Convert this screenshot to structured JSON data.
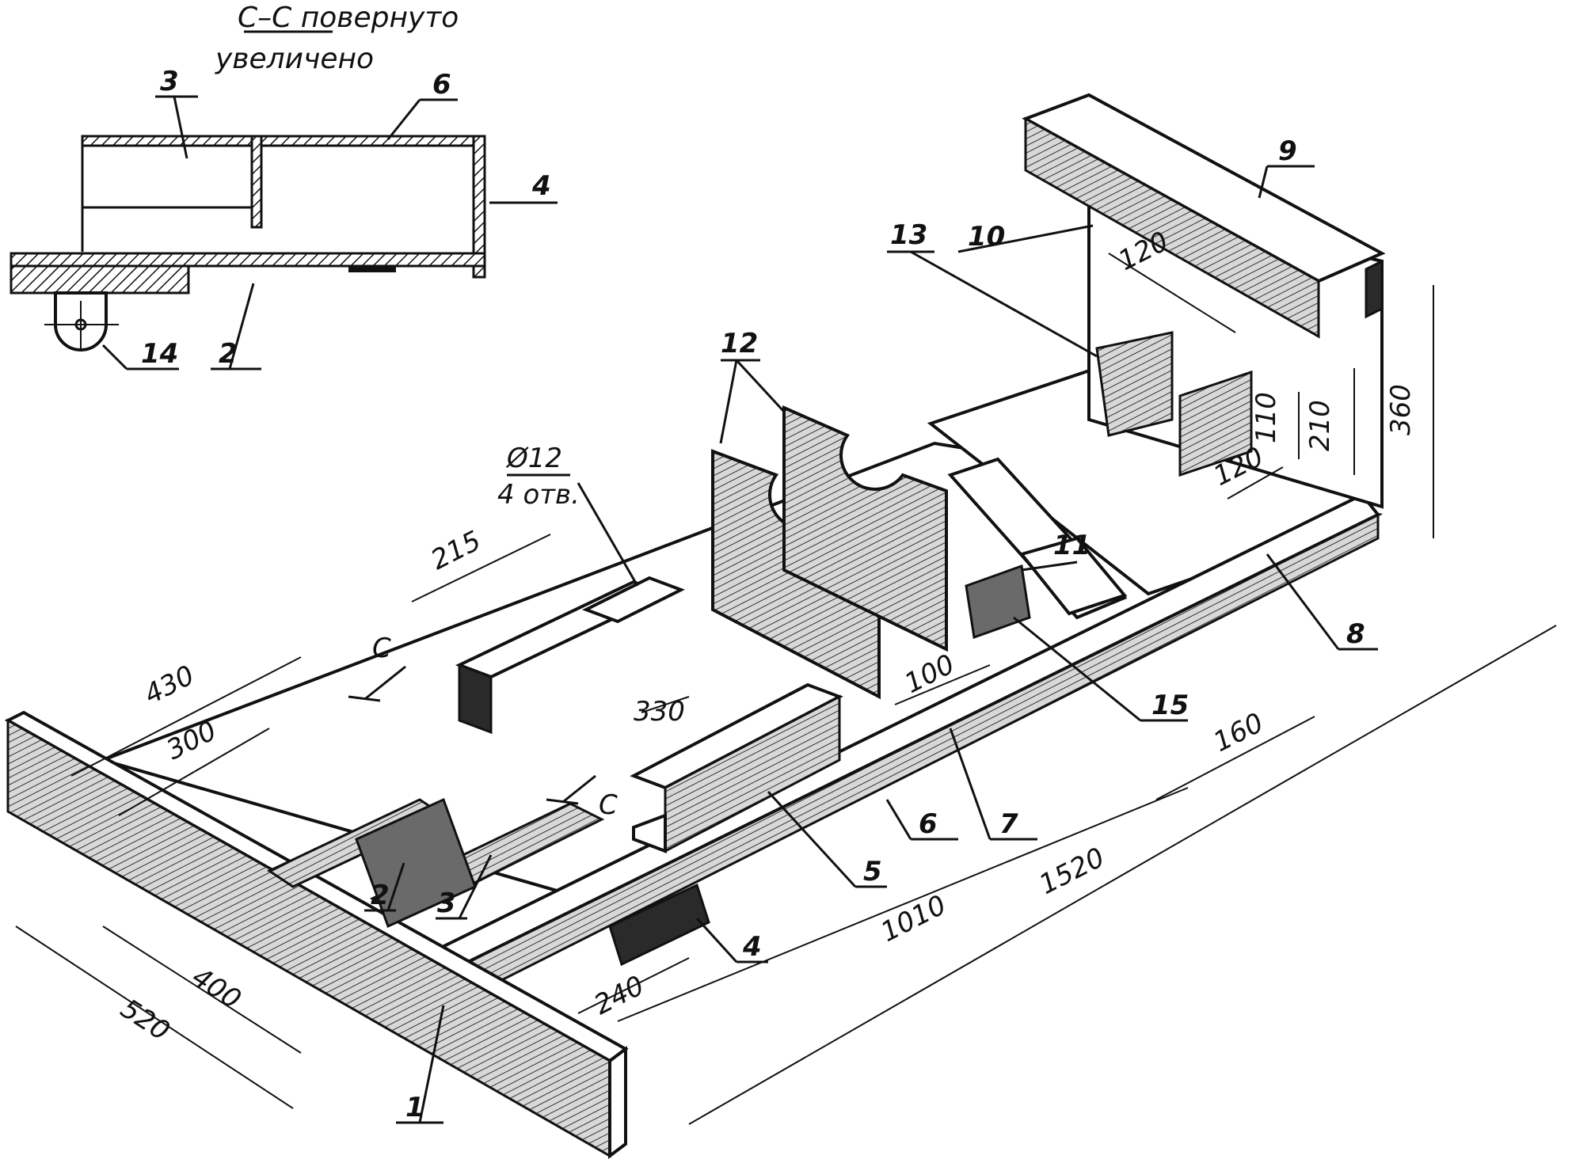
{
  "section": {
    "title_line1": "С–С повернуто",
    "title_line2": "увеличено",
    "labels": [
      "3",
      "6",
      "4",
      "14",
      "2"
    ]
  },
  "main": {
    "part_labels": {
      "p1": "1",
      "p2": "2",
      "p3": "3",
      "p4": "4",
      "p5": "5",
      "p6": "6",
      "p7": "7",
      "p8": "8",
      "p9": "9",
      "p10": "10",
      "p11": "11",
      "p12": "12",
      "p13": "13",
      "p15": "15"
    },
    "section_marks": {
      "c1": "С",
      "c2": "С"
    },
    "hole_note_line1": "Ø12",
    "hole_note_line2": "4 отв.",
    "dimensions": {
      "d215": "215",
      "d430": "430",
      "d300": "300",
      "d330": "330",
      "d100": "100",
      "d160": "160",
      "d1010": "1010",
      "d1520": "1520",
      "d240": "240",
      "d400": "400",
      "d520": "520",
      "d120a": "120",
      "d120b": "120",
      "d110": "110",
      "d210": "210",
      "d360": "360"
    }
  }
}
